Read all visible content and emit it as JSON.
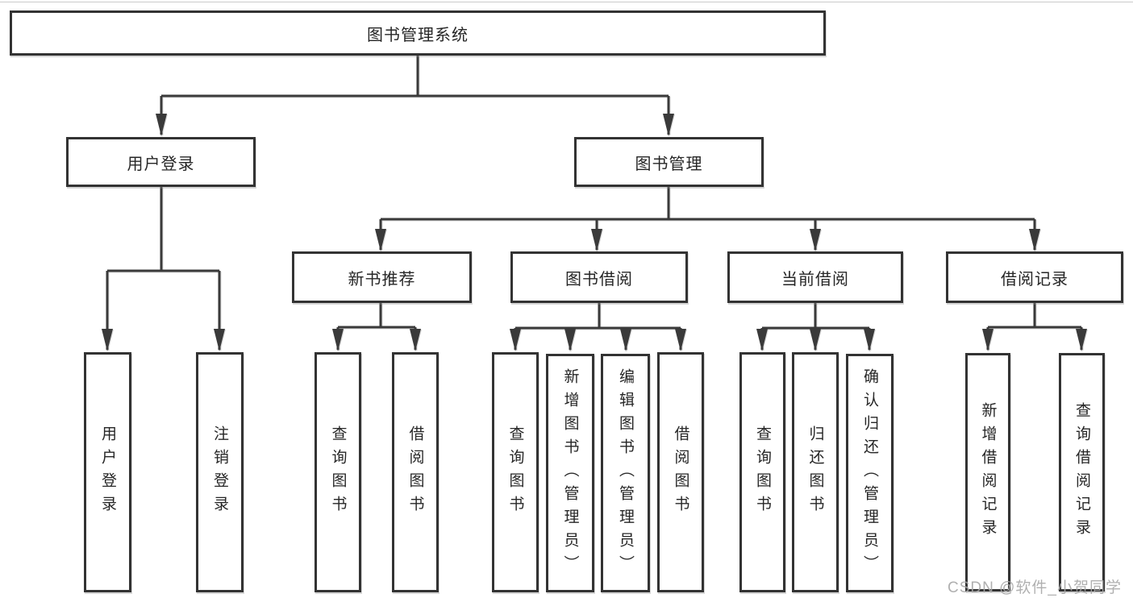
{
  "diagram": {
    "title_node": "图书管理系统",
    "colors": {
      "line": "#3a3a3a",
      "box_border": "#333333",
      "text": "#262626",
      "watermark": "#a8a8a8",
      "background": "#ffffff"
    },
    "nodes": {
      "root": {
        "label": "图书管理系统"
      },
      "user_login": {
        "label": "用户登录"
      },
      "book_mgmt": {
        "label": "图书管理"
      },
      "new_book_rec": {
        "label": "新书推荐"
      },
      "book_borrow": {
        "label": "图书借阅"
      },
      "current_borrow": {
        "label": "当前借阅"
      },
      "borrow_records": {
        "label": "借阅记录"
      },
      "leaf_user_login": {
        "label": "用户登录"
      },
      "leaf_logout": {
        "label": "注销登录"
      },
      "leaf_nbr_query": {
        "label": "查询图书"
      },
      "leaf_nbr_borrow": {
        "label": "借阅图书"
      },
      "leaf_bb_query": {
        "label": "查询图书"
      },
      "leaf_bb_add": {
        "label": "新增图书（管理员）"
      },
      "leaf_bb_edit": {
        "label": "编辑图书（管理员）"
      },
      "leaf_bb_borrow": {
        "label": "借阅图书"
      },
      "leaf_cb_query": {
        "label": "查询图书"
      },
      "leaf_cb_return": {
        "label": "归还图书"
      },
      "leaf_cb_confirm": {
        "label": "确认归还（管理员）"
      },
      "leaf_br_add": {
        "label": "新增借阅记录"
      },
      "leaf_br_query": {
        "label": "查询借阅记录"
      }
    },
    "watermark": {
      "text": "CSDN @软件_小贺同学"
    }
  }
}
